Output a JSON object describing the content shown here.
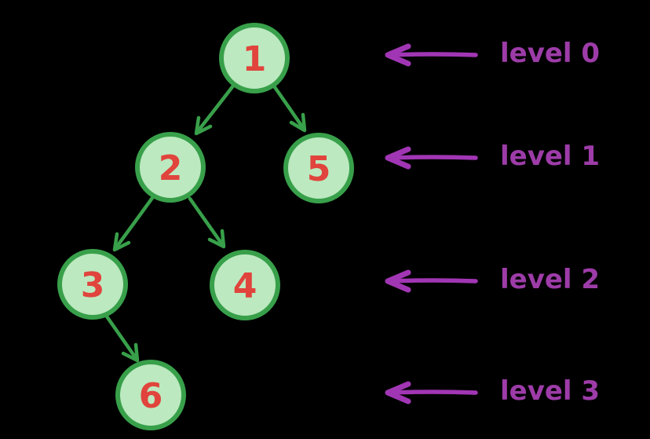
{
  "diagram": {
    "type": "binary-tree-with-level-annotations",
    "colors": {
      "background": "#000000",
      "node-fill": "#bce9c0",
      "node-stroke": "#38a04a",
      "edge": "#38a04a",
      "node-text": "#e0443c",
      "level-text": "#9d3ca8",
      "level-arrow": "#a136b4"
    },
    "nodes": [
      {
        "id": "1",
        "label": "1",
        "level": 0
      },
      {
        "id": "2",
        "label": "2",
        "level": 1
      },
      {
        "id": "5",
        "label": "5",
        "level": 1
      },
      {
        "id": "3",
        "label": "3",
        "level": 2
      },
      {
        "id": "4",
        "label": "4",
        "level": 2
      },
      {
        "id": "6",
        "label": "6",
        "level": 3
      }
    ],
    "edges": [
      {
        "from": "1",
        "to": "2"
      },
      {
        "from": "1",
        "to": "5"
      },
      {
        "from": "2",
        "to": "3"
      },
      {
        "from": "2",
        "to": "4"
      },
      {
        "from": "3",
        "to": "6"
      }
    ],
    "levels": [
      {
        "label": "level 0"
      },
      {
        "label": "level 1"
      },
      {
        "label": "level 2"
      },
      {
        "label": "level 3"
      }
    ]
  }
}
